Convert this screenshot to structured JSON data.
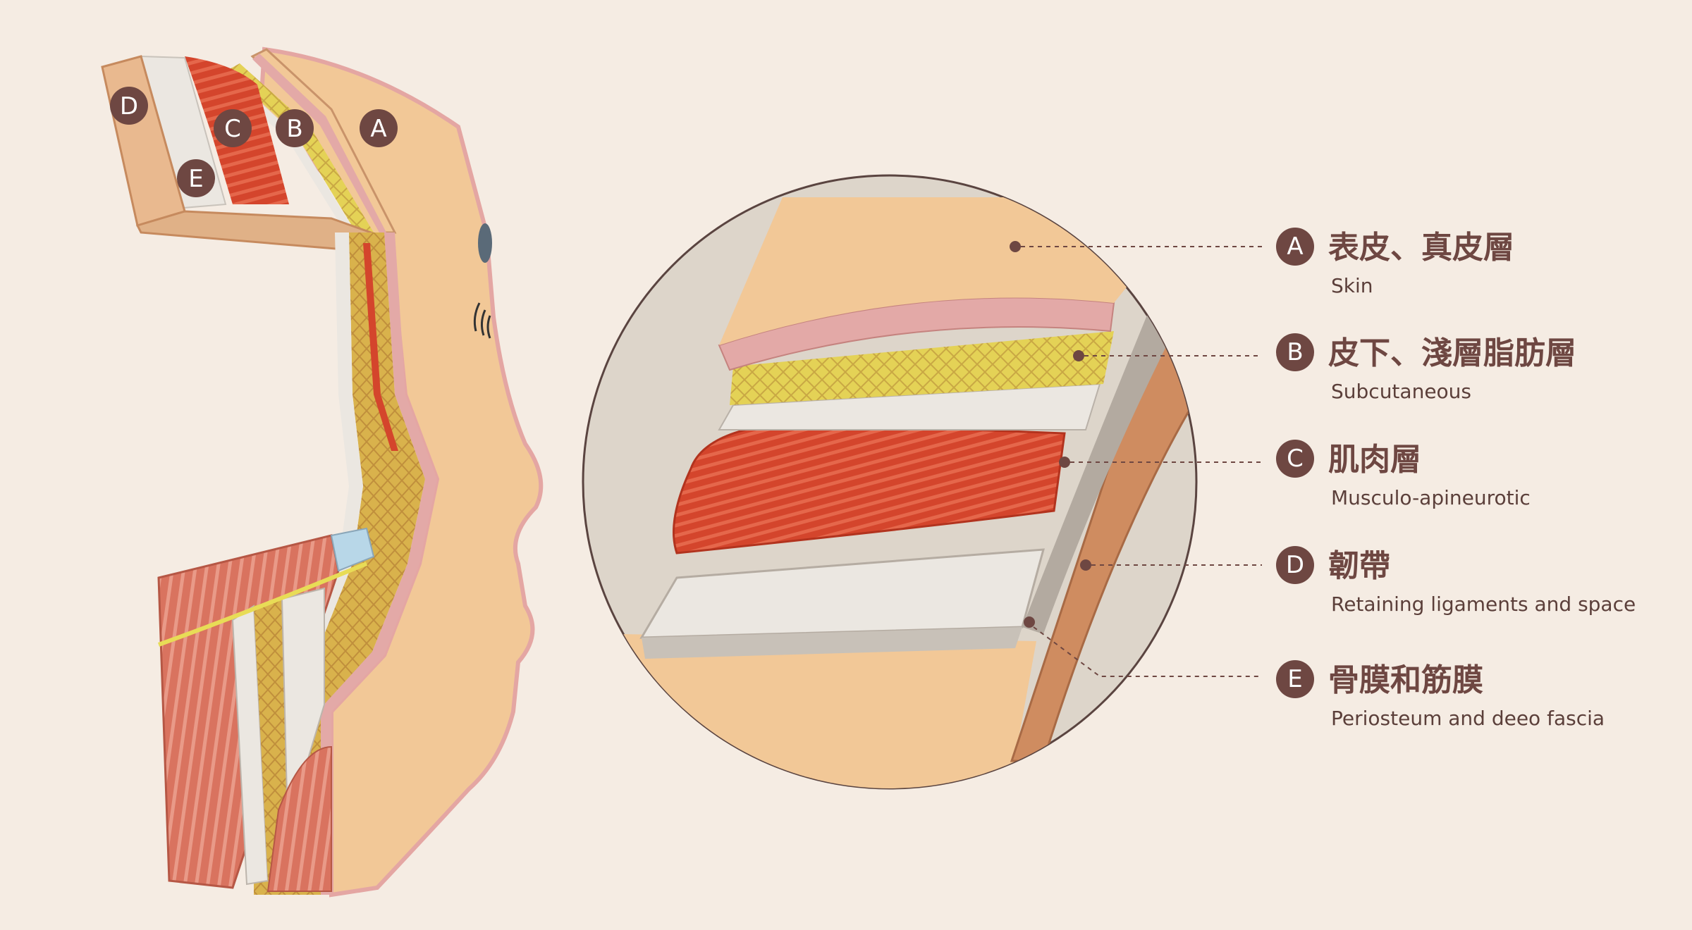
{
  "colors": {
    "background": "#f5ece3",
    "skin": "#f2c897",
    "dermis": "#e3a9a7",
    "fat": "#e0d04d",
    "fat_dark": "#cfa64a",
    "muscle": "#d4452c",
    "muscle_light": "#e5674b",
    "ligament": "#ebe7e1",
    "periosteum": "#cf8c60",
    "badge": "#6e4742",
    "text_en": "#5b3f3a"
  },
  "figure_labels": [
    "A",
    "B",
    "C",
    "D",
    "E"
  ],
  "legend": [
    {
      "letter": "A",
      "zh": "表皮、真皮層",
      "en": "Skin"
    },
    {
      "letter": "B",
      "zh": "皮下、淺層脂肪層",
      "en": "Subcutaneous"
    },
    {
      "letter": "C",
      "zh": "肌肉層",
      "en": "Musculo-apineurotic"
    },
    {
      "letter": "D",
      "zh": "韌帶",
      "en": "Retaining ligaments and space"
    },
    {
      "letter": "E",
      "zh": "骨膜和筋膜",
      "en": "Periosteum and deeo fascia"
    }
  ]
}
